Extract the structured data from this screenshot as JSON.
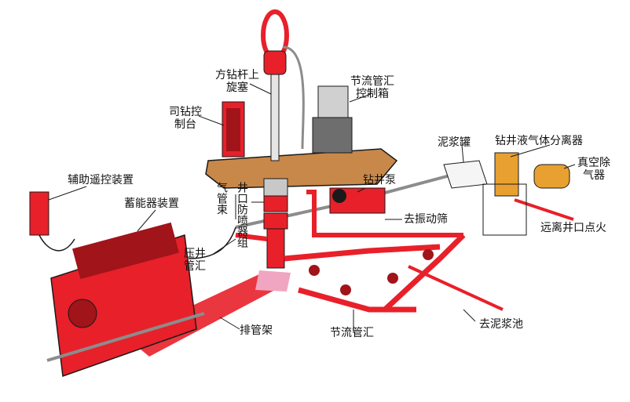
{
  "colors": {
    "equipment_red": "#e8202a",
    "dark_red": "#a0141a",
    "floor_brown": "#c8884a",
    "steel_gray": "#8c8c8c",
    "outline": "#1a1a1a",
    "pink_pad": "#f0a6c0"
  },
  "labels": {
    "kelly_cock": "方钻杆上\n旋塞",
    "choke_control_box": "节流管汇\n控制箱",
    "driller_console": "司钻控\n制台",
    "mud_tank": "泥浆罐",
    "gas_separator": "钻井液气体分离器",
    "degasser": "真空除\n气器",
    "remote_control": "辅助遥控装置",
    "accumulator": "蓄能器装置",
    "gas_line_bundle": "气管束",
    "bop_stack": "井口防喷器组",
    "mud_pump": "钻井泵",
    "to_shaker": "去振动筛",
    "flare_line": "远离井口点火",
    "kill_manifold": "压井\n管汇",
    "pipe_rack": "排管架",
    "choke_manifold": "节流管汇",
    "to_mud_pit": "去泥浆池"
  }
}
